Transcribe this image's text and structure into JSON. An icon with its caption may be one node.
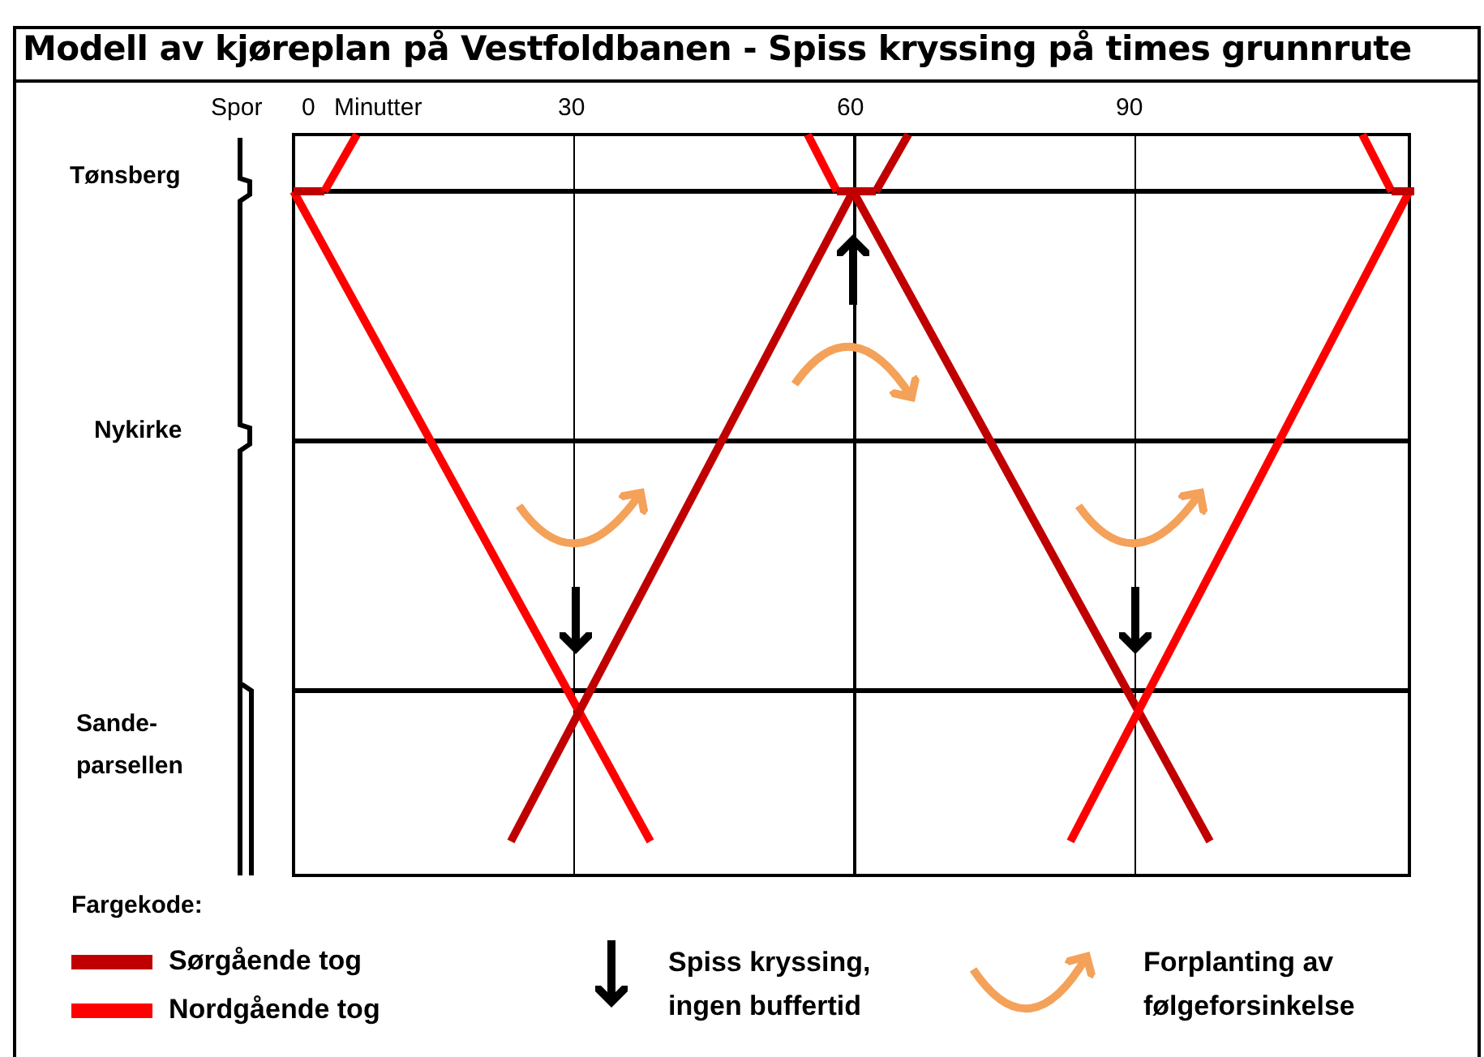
{
  "diagram": {
    "title": "Modell av kjøreplan på Vestfoldbanen - Spiss kryssing på times grunnrute",
    "labels": [
      "Spor",
      "0",
      "Minutter",
      "30",
      "60",
      "90",
      "Tønsberg",
      "Nykirke",
      "Sande-parsellen",
      "Fargekode:"
    ],
    "legend": [
      {
        "text": "Sørgående tog",
        "color": "#c00000"
      },
      {
        "text": "Nordgående tog",
        "color": "#ff0000"
      },
      {
        "text": "Spiss kryssing, ingen buffertid"
      },
      {
        "text": "Forplanting av følgeforsinkelse"
      }
    ]
  }
}
